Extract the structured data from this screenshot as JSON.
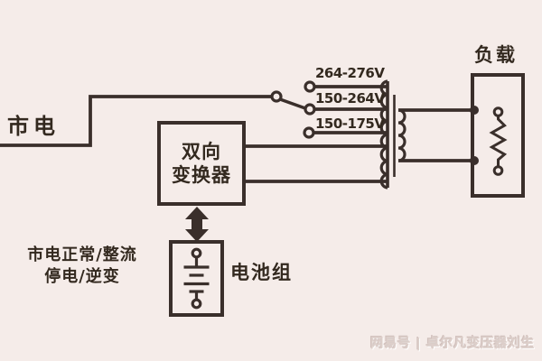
{
  "colors": {
    "background": "#f5ece9",
    "line": "#3a2f2b",
    "text": "#33291f",
    "watermark": "#ddcfca"
  },
  "diagram": {
    "mains_label": "市电",
    "voltage_taps": [
      "264-276V",
      "150-264V",
      "150-175V"
    ],
    "converter_label_line1": "双向",
    "converter_label_line2": "变换器",
    "load_label": "负载",
    "battery_label": "电池组",
    "mode_text_line1": "市电正常/整流",
    "mode_text_line2": "停电/逆变",
    "watermark": "网易号 | 卓尔凡变压器刘生"
  }
}
